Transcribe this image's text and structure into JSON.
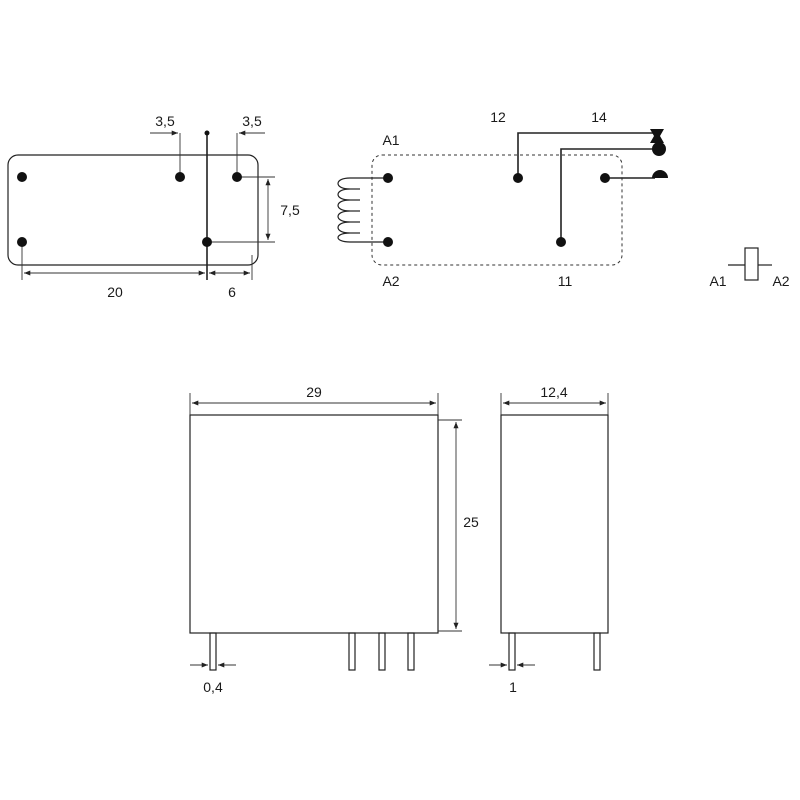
{
  "footprint": {
    "dimensions": {
      "pitch_left": "3,5",
      "pitch_right": "3,5",
      "row_spacing": "7,5",
      "length_main": "20",
      "length_side": "6"
    }
  },
  "schematic": {
    "terminals": {
      "a1": "A1",
      "a2": "A2",
      "t12": "12",
      "t14": "14",
      "t11": "11"
    }
  },
  "coil_symbol": {
    "left_label": "A1",
    "right_label": "A2"
  },
  "front_view": {
    "width": "29",
    "height": "25",
    "pin_width": "0,4"
  },
  "side_view": {
    "depth": "12,4",
    "pin_width": "1"
  }
}
